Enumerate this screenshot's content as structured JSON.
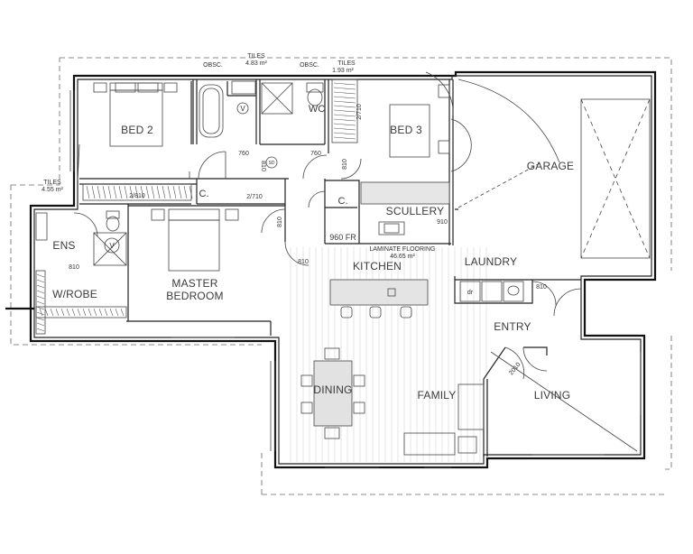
{
  "rooms": {
    "bed2": "BED 2",
    "bed3": "BED 3",
    "wc": "WC",
    "garage": "GARAGE",
    "scullery": "SCULLERY",
    "ens": "ENS",
    "wrobe": "W/ROBE",
    "master": "MASTER",
    "bedroom": "BEDROOM",
    "kitchen": "KITCHEN",
    "laundry": "LAUNDRY",
    "entry": "ENTRY",
    "dining": "DINING",
    "family": "FAMILY",
    "living": "LIVING",
    "c1": "C.",
    "c2": "C."
  },
  "notes": {
    "obsc1": "OBSC.",
    "obsc2": "OBSC.",
    "tiles1": "TILES",
    "tiles1_area": "4.83 m²",
    "tiles2": "TILES",
    "tiles2_area": "1.93 m²",
    "tiles3": "TILES",
    "tiles3_area": "4.55 m²",
    "laminate": "LAMINATE FLOORING",
    "laminate_area": "46.65 m²",
    "fr": "960 FR",
    "dr": "dr"
  },
  "dims": {
    "d760a": "760",
    "d760b": "760",
    "d810a": "810",
    "d810b": "810",
    "d810c": "810",
    "d810d": "810",
    "d810e": "810",
    "d810f": "810",
    "d910": "910",
    "d2710a": "2/710",
    "d2710b": "2/710",
    "d2810": "2/810",
    "d2010": "2010"
  },
  "symbols": {
    "v1": "V",
    "v2": "V",
    "sd": "SD"
  }
}
